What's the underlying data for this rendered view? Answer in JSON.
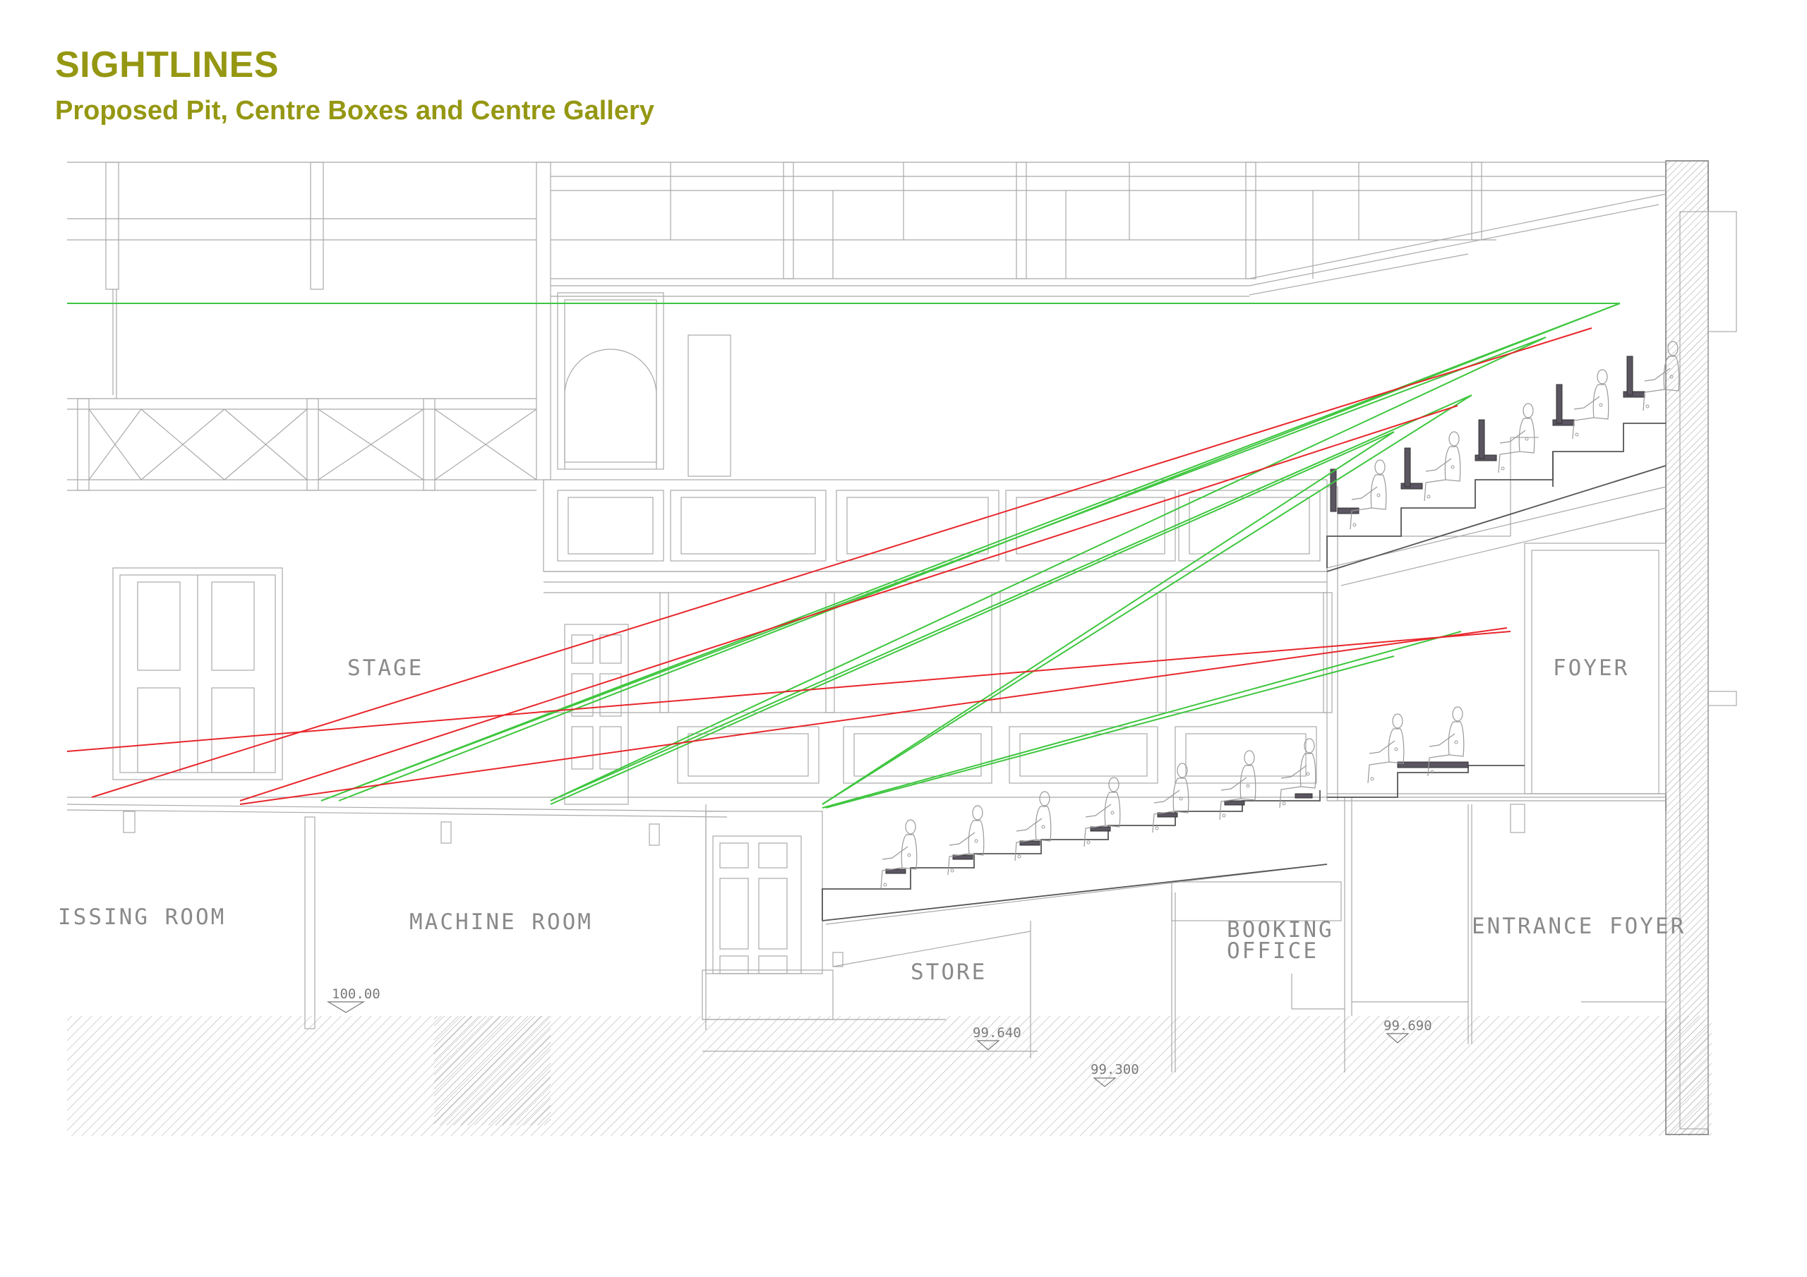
{
  "header": {
    "title": "SIGHTLINES",
    "subtitle": "Proposed Pit, Centre Boxes and Centre Gallery"
  },
  "rooms": {
    "stage": "STAGE",
    "foyer": "FOYER",
    "dressing_room": "ISSING ROOM",
    "machine_room": "MACHINE ROOM",
    "store": "STORE",
    "booking_office_1": "BOOKING",
    "booking_office_2": "OFFICE",
    "entrance_foyer": "ENTRANCE FOYER"
  },
  "levels": {
    "machine_room": "100.00",
    "store": "99.640",
    "booking": "99.300",
    "entrance": "99.690"
  },
  "colors": {
    "accent": "#959712",
    "sightline_clear": "#3ec63e",
    "sightline_obstructed": "#e8262b",
    "line": "#a9a9a9",
    "seat": "#5a5560"
  }
}
